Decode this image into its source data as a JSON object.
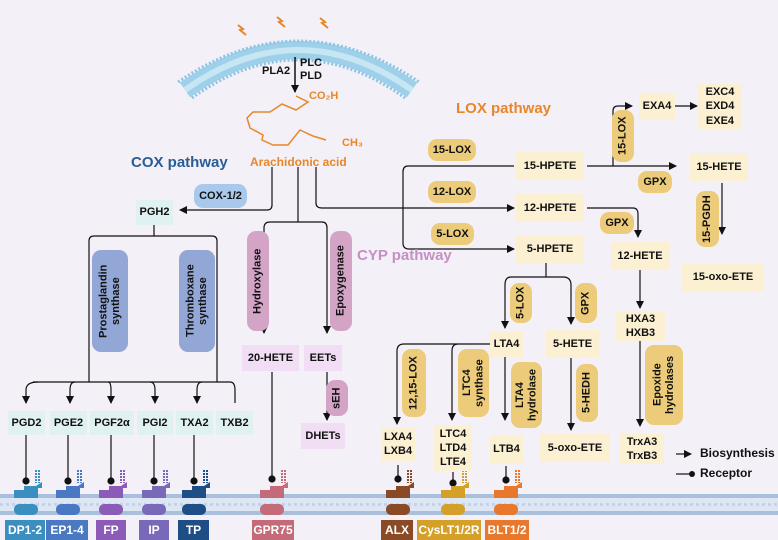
{
  "membrane": {
    "enzymes_left": "PLA2",
    "enzymes_right": "PLC\nPLD",
    "co2h": "CO₂H",
    "ch3": "CH₃",
    "substrate": "Arachidonic acid"
  },
  "pathways": {
    "cox": {
      "title": "COX pathway",
      "color": "#2a5d95"
    },
    "cyp": {
      "title": "CYP pathway",
      "color": "#c68fc4"
    },
    "lox": {
      "title": "LOX pathway",
      "color": "#e8862a"
    }
  },
  "cox": {
    "enzyme": "COX-1/2",
    "intermediate": "PGH2",
    "pg_synthase": "Prostaglandin\nsynthase",
    "tx_synthase": "Thromboxane\nsynthase",
    "products": [
      "PGD2",
      "PGE2",
      "PGF2α",
      "PGI2",
      "TXA2",
      "TXB2"
    ]
  },
  "cyp": {
    "hydroxylase": "Hydroxylase",
    "epoxygenase": "Epoxygenase",
    "hete20": "20-HETE",
    "eets": "EETs",
    "seh": "sEH",
    "dhets": "DHETs"
  },
  "lox": {
    "lox15": "15-LOX",
    "lox12": "12-LOX",
    "lox5": "5-LOX",
    "hpete15": "15-HPETE",
    "hpete12": "12-HPETE",
    "hpete5": "5-HPETE",
    "lox15b": "15-LOX",
    "exa4": "EXA4",
    "exc": "EXC4\nEXD4\nEXE4",
    "gpx_15": "GPX",
    "hete15": "15-HETE",
    "pgdh15": "15-PGDH",
    "oxoete15": "15-oxo-ETE",
    "gpx_12": "GPX",
    "hete12": "12-HETE",
    "hxa": "HXA3\nHXB3",
    "epoxide_hydrolases": "Epoxide\nhydrolases",
    "trx": "TrxA3\nTrxB3",
    "lox5b": "5-LOX",
    "gpx_5": "GPX",
    "lta4": "LTA4",
    "hete5": "5-HETE",
    "hedh5": "5-HEDH",
    "oxoete5": "5-oxo-ETE",
    "lox1215": "12,15-LOX",
    "ltc4_synthase": "LTC4\nsynthase",
    "lta4_hydrolase": "LTA4\nhydrolase",
    "lx": "LXA4\nLXB4",
    "lt_cys": "LTC4\nLTD4\nLTE4",
    "ltb4": "LTB4"
  },
  "receptors": [
    {
      "label": "DP1-2",
      "color": "#3a8fc0"
    },
    {
      "label": "EP1-4",
      "color": "#4a79c4"
    },
    {
      "label": "FP",
      "color": "#8c5bb8"
    },
    {
      "label": "IP",
      "color": "#7a68b8"
    },
    {
      "label": "TP",
      "color": "#1f4d85"
    },
    {
      "label": "GPR75",
      "color": "#c46a78"
    },
    {
      "label": "ALX",
      "color": "#8a4a26"
    },
    {
      "label": "CysLT1/2R",
      "color": "#d4a028"
    },
    {
      "label": "BLT1/2",
      "color": "#e8782c"
    }
  ],
  "legend": {
    "biosynthesis": "Biosynthesis",
    "receptor": "Receptor"
  }
}
